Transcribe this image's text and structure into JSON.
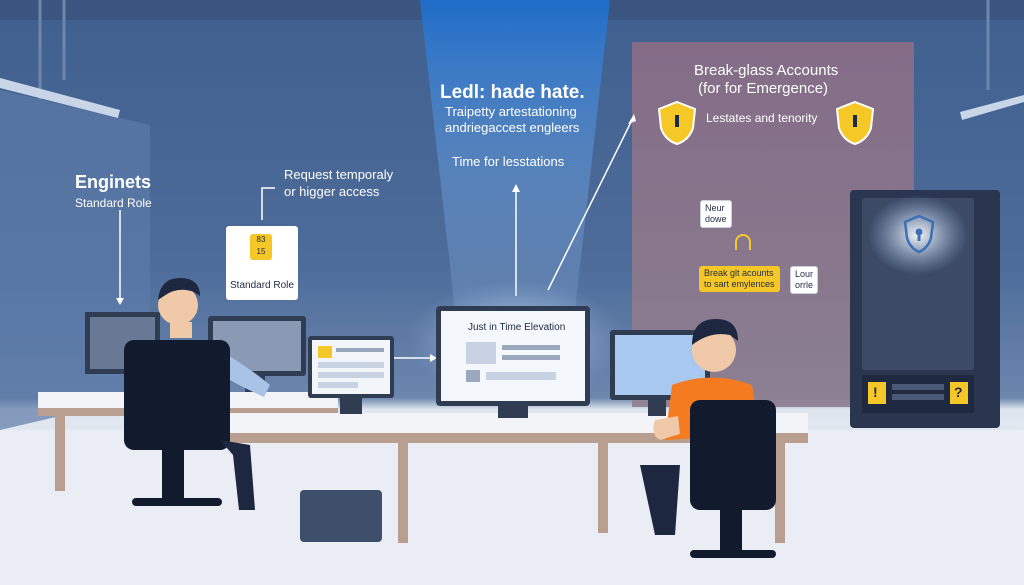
{
  "left": {
    "heading": "Enginets",
    "subheading": "Standard Role",
    "request_line1": "Request temporaly",
    "request_line2": "or higger access",
    "card_code_top": "83",
    "card_code_bottom": "15",
    "card_label": "Standard Role"
  },
  "center": {
    "title": "Ledl: hade hate.",
    "subtitle_line1": "Traipetty artestationing",
    "subtitle_line2": "andriegaccest engleers",
    "caption": "Time for lesstations",
    "monitor_label": "Just in Time Elevation"
  },
  "right": {
    "title_line1": "Break-glass Accounts",
    "title_line2": "(for for Emergence)",
    "shield_caption": "Lestates and tenority",
    "note_top_line1": "Neur",
    "note_top_line2": "dowe",
    "warning_line1": "Break glt acounts",
    "warning_line2": "to sart emylences",
    "note_side_line1": "Lour",
    "note_side_line2": "orrle"
  },
  "colors": {
    "accent_yellow": "#f6c827",
    "shirt_orange": "#f47b20",
    "wall_blue": "#4d6c9a",
    "panel_mauve": "#7b6a85"
  },
  "icons": {
    "shield": "shield-icon",
    "warning": "warning-icon",
    "lock": "lock-icon"
  }
}
